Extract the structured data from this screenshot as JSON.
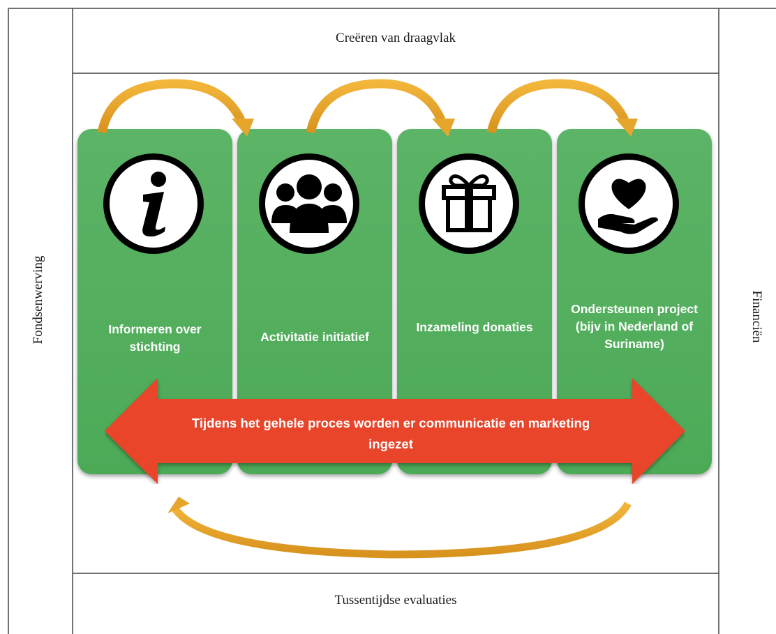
{
  "frame": {
    "top_band": "Creëren van draagvlak",
    "bottom_band": "Tussentijdse evaluaties",
    "left_side": "Fondsenwerving",
    "right_side": "Financiën"
  },
  "steps": [
    {
      "label": "Informeren over stichting",
      "icon": "info-icon"
    },
    {
      "label": "Activitatie initiatief",
      "icon": "group-icon"
    },
    {
      "label": "Inzameling donaties",
      "icon": "gift-icon"
    },
    {
      "label": "Ondersteunen project (bijv in Nederland of Suriname)",
      "icon": "heart-hand-icon"
    }
  ],
  "banner": {
    "text": "Tijdens het gehele proces worden er communicatie en marketing ingezet"
  },
  "colors": {
    "panel_green": "#52ae5c",
    "arrow_gold": "#e6a62c",
    "banner_red": "#e8452c",
    "line": "#333333"
  }
}
